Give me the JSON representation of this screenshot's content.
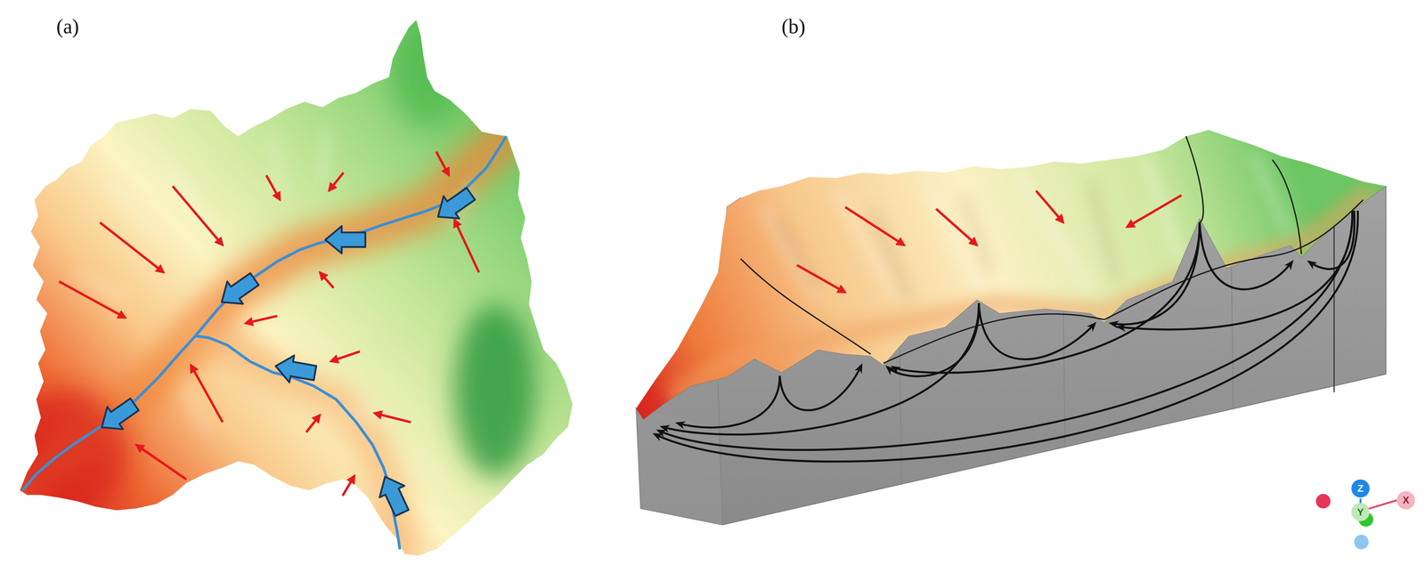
{
  "diagram": {
    "labels": [
      "(a)",
      "(b)",
      "Z",
      "Y",
      "X"
    ]
  }
}
